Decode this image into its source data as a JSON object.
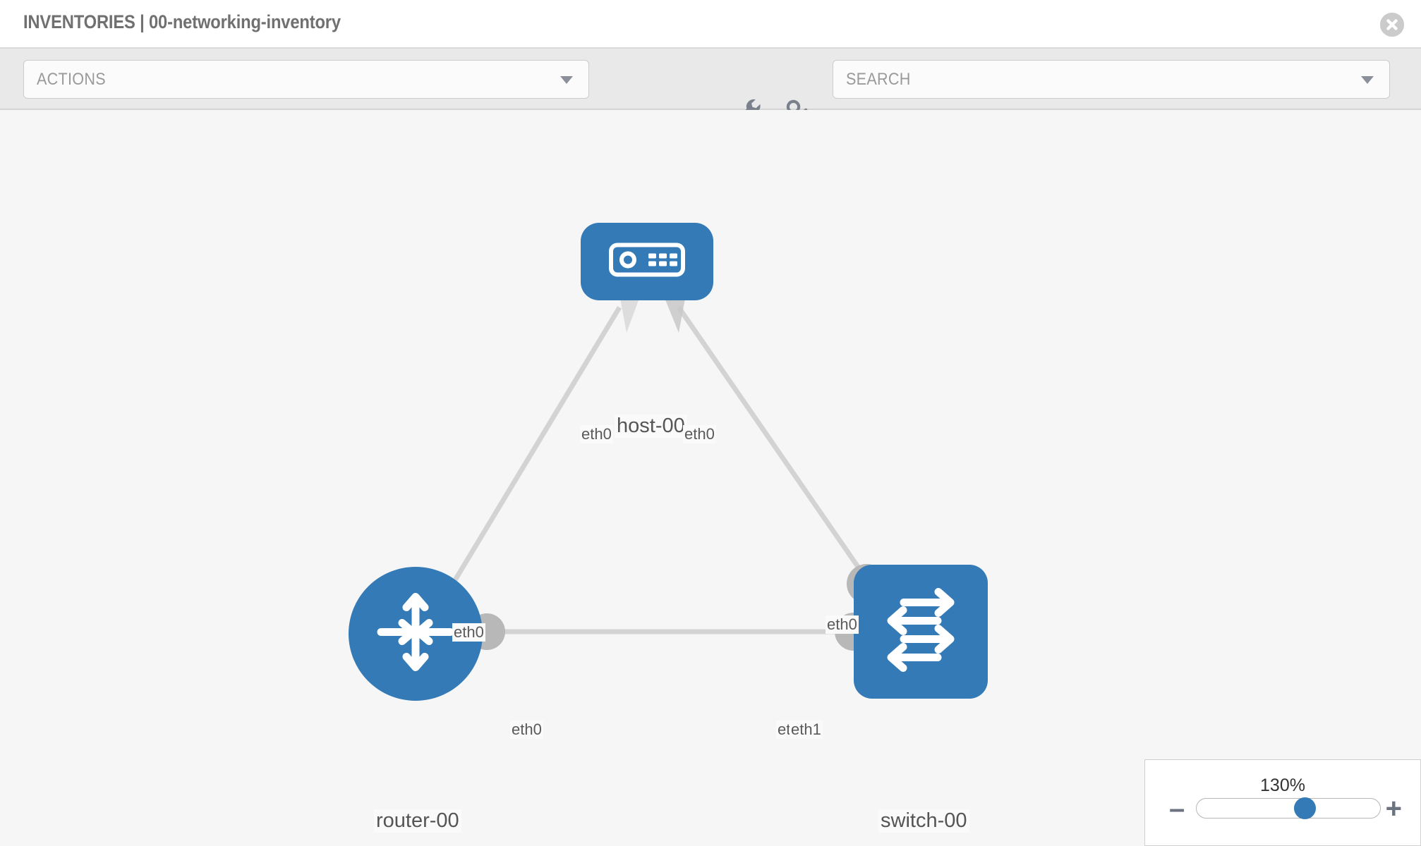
{
  "header": {
    "title": "INVENTORIES | 00-networking-inventory",
    "close_icon": "close-circle-icon"
  },
  "toolbar": {
    "actions_label": "ACTIONS",
    "actions_caret_icon": "chevron-down-icon",
    "wrench_icon": "wrench-icon",
    "key_icon": "key-icon",
    "search_placeholder": "SEARCH",
    "search_value": "",
    "search_caret_icon": "chevron-down-icon"
  },
  "topology": {
    "nodes": [
      {
        "id": "host-00",
        "label": "host-00",
        "type": "host",
        "icon": "server-appliance-icon",
        "color": "#337ab7",
        "shape": "rounded-rect"
      },
      {
        "id": "router-00",
        "label": "router-00",
        "type": "router",
        "icon": "router-four-arrows-icon",
        "color": "#337ab7",
        "shape": "circle"
      },
      {
        "id": "switch-00",
        "label": "switch-00",
        "type": "switch",
        "icon": "switch-four-arrows-icon",
        "color": "#337ab7",
        "shape": "rounded-square"
      }
    ],
    "edges": [
      {
        "from": "host-00",
        "to": "router-00",
        "from_interface": "eth0",
        "to_interface": "eth0"
      },
      {
        "from": "host-00",
        "to": "switch-00",
        "from_interface": "eth0",
        "to_interface": "eth0"
      },
      {
        "from": "router-00",
        "to": "switch-00",
        "from_interface": "eth0",
        "to_interface": "eth1"
      }
    ],
    "interface_labels": {
      "host_left": "eth0",
      "host_right": "eth0",
      "router_uplink": "eth0",
      "switch_uplink": "eth0",
      "router_right": "eth0",
      "switch_left_under": "eth0",
      "switch_left_over": "eth1"
    },
    "link_color": "#d3d3d3",
    "connector_color": "#b8b8b8"
  },
  "zoom_control": {
    "value_label": "130%",
    "minus_label": "–",
    "plus_label": "+",
    "slider_percent": 60
  }
}
